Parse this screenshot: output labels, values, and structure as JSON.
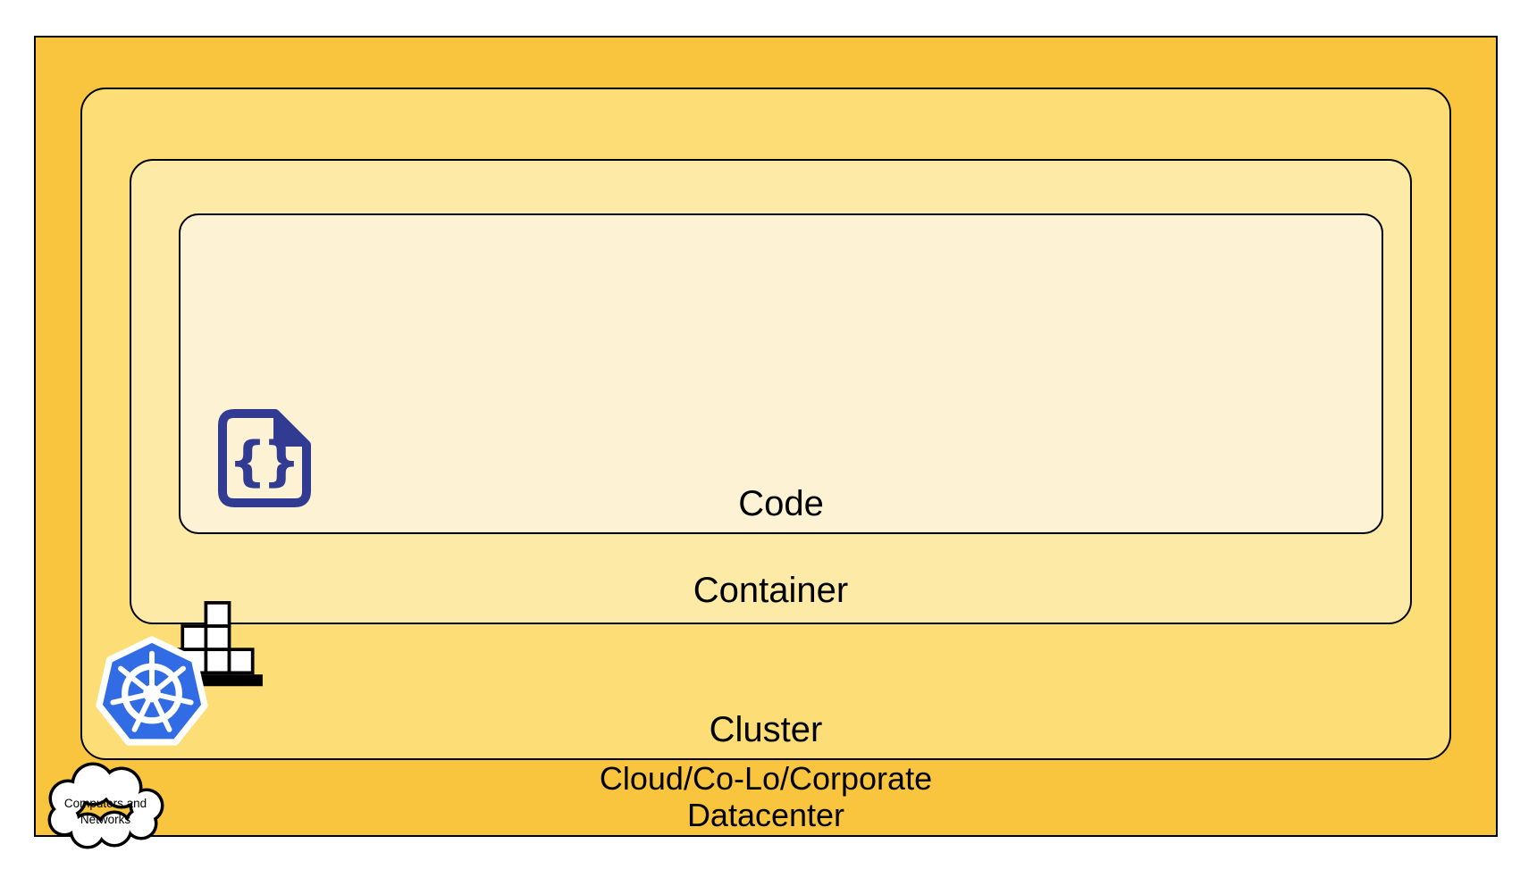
{
  "diagram": {
    "layers": [
      {
        "id": "datacenter",
        "label_line1": "Cloud/Co-Lo/Corporate",
        "label_line2": "Datacenter",
        "fill": "#FAC53E",
        "icon": "cloud-computers-networks"
      },
      {
        "id": "cluster",
        "label": "Cluster",
        "fill": "#FDDD75",
        "icon": "kubernetes-logo"
      },
      {
        "id": "container",
        "label": "Container",
        "fill": "#FDEAA7",
        "icon": "container-blocks"
      },
      {
        "id": "code",
        "label": "Code",
        "fill": "#FDF3D4",
        "icon": "code-file"
      }
    ],
    "cloud_callout": {
      "line1": "Computers and",
      "line2": "Networks"
    },
    "code_icon": {
      "brace_open": "{",
      "brace_close": "}"
    },
    "colors": {
      "border": "#000000",
      "text": "#000000",
      "kubernetes_blue": "#326CE5",
      "code_icon_navy": "#323B92",
      "datacenter_fill": "#FAC53E",
      "cluster_fill": "#FDDD75",
      "container_fill": "#FDEAA7",
      "code_fill": "#FDF3D4",
      "page_background": "#FFFFFF"
    }
  }
}
